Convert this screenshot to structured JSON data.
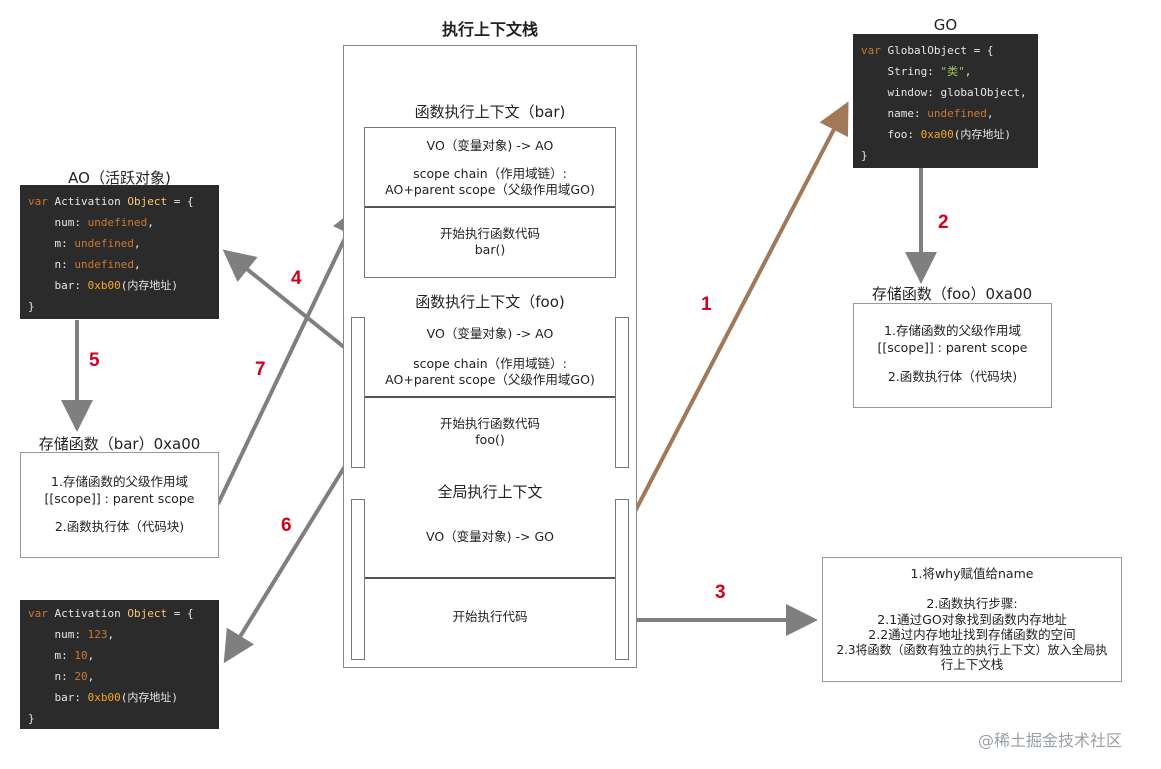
{
  "stack_title": "执行上下文栈",
  "bar_context": {
    "title": "函数执行上下文（bar)",
    "vo": "VO（变量对象) -> AO",
    "scope_line1": "scope chain（作用域链）:",
    "scope_line2": "AO+parent scope（父级作用域GO)",
    "exec_line1": "开始执行函数代码",
    "exec_line2": "bar()"
  },
  "foo_context": {
    "title": "函数执行上下文（foo)",
    "vo": "VO（变量对象) -> AO",
    "scope_line1": "scope chain（作用域链）:",
    "scope_line2": "AO+parent scope（父级作用域GO)",
    "exec_line1": "开始执行函数代码",
    "exec_line2": "foo()"
  },
  "global_context": {
    "title": "全局执行上下文",
    "vo": "VO（变量对象) -> GO",
    "exec": "开始执行代码"
  },
  "go": {
    "label": "GO",
    "code": {
      "l1_kw": "var",
      "l1_name": " GlobalObject = {",
      "l2_key": "String: ",
      "l2_val": "\"类\"",
      "l2_end": ",",
      "l3": "window: globalObject,",
      "l4_key": "name: ",
      "l4_val": "undefined",
      "l4_end": ",",
      "l5_key": "foo: ",
      "l5_val": "0xa00",
      "l5_end": "(内存地址)",
      "l6": "}"
    }
  },
  "foo_store": {
    "title": "存储函数（foo）0xa00",
    "line1": "1.存储函数的父级作用域",
    "line2": "[[scope]] : parent scope",
    "line3": "2.函数执行体（代码块)"
  },
  "ao": {
    "label": "AO（活跃对象)",
    "code": {
      "l1_kw": "var",
      "l1_name": " Activation ",
      "l1_cls": "Object",
      "l1_end": " = {",
      "l2_key": "num: ",
      "l2_val": "undefined",
      "l3_key": "m: ",
      "l3_val": "undefined",
      "l4_key": "n: ",
      "l4_val": "undefined",
      "l5_key": "bar: ",
      "l5_val": "0xb00",
      "l5_end": "(内存地址)",
      "l6": "}"
    }
  },
  "bar_store": {
    "title": "存储函数（bar）0xa00",
    "line1": "1.存储函数的父级作用域",
    "line2": "[[scope]] : parent scope",
    "line3": "2.函数执行体（代码块)"
  },
  "ao2": {
    "code": {
      "l1_kw": "var",
      "l1_name": " Activation ",
      "l1_cls": "Object",
      "l1_end": " = {",
      "l2_key": "num: ",
      "l2_val": "123",
      "l3_key": "m: ",
      "l3_val": "10",
      "l4_key": "n: ",
      "l4_val": "20",
      "l5_key": "bar: ",
      "l5_val": "0xb00",
      "l5_end": "(内存地址)",
      "l6": "}"
    }
  },
  "notes": {
    "line1": "1.将why赋值给name",
    "line2": "2.函数执行步骤:",
    "line3": "2.1通过GO对象找到函数内存地址",
    "line4": "2.2通过内存地址找到存储函数的空间",
    "line5": "2.3将函数（函数有独立的执行上下文）放入全局执",
    "line6": "行上下文栈"
  },
  "steps": [
    "1",
    "2",
    "3",
    "4",
    "5",
    "6",
    "7"
  ],
  "watermark": "@稀土掘金技术社区",
  "colors": {
    "arrow_gray": "#7f7f7f",
    "arrow_brown": "#a0785a",
    "step_red": "#d0021b",
    "code_bg": "#2b2b2b"
  }
}
